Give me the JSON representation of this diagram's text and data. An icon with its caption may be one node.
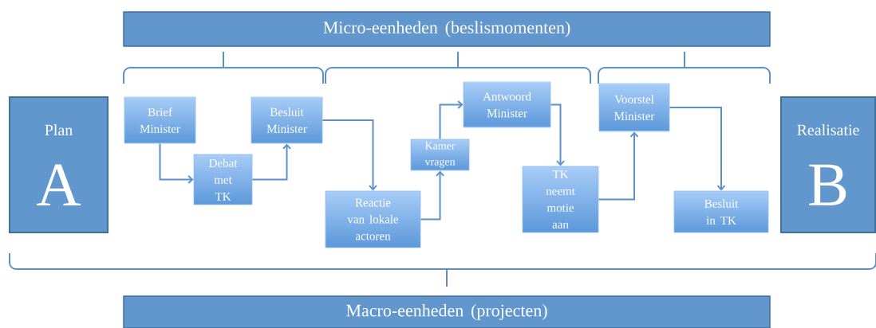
{
  "diagram": {
    "nodes": [
      {
        "text": [
          "Micro-eenheden (beslismomenten)"
        ]
      },
      {
        "text": [
          "Plan",
          "A"
        ]
      },
      {
        "text": [
          "Brief Minister"
        ]
      },
      {
        "text": [
          "Debat met TK"
        ]
      },
      {
        "text": [
          "Besluit Minister"
        ]
      },
      {
        "text": [
          "Reactie van lokale actoren"
        ]
      },
      {
        "text": [
          "Kamer vragen"
        ]
      },
      {
        "text": [
          "Antwoord Minister"
        ]
      },
      {
        "text": [
          "TK neemt motie aan"
        ]
      },
      {
        "text": [
          "Voorstel Minister"
        ]
      },
      {
        "text": [
          "Besluit in TK"
        ]
      },
      {
        "text": [
          "Realisatie",
          "B"
        ]
      },
      {
        "text": [
          "Macro-eenheden (projecten)"
        ]
      }
    ],
    "edges": [
      {
        "from": 2,
        "to": 3,
        "arrow": "to"
      },
      {
        "from": 3,
        "to": 4,
        "arrow": "to"
      },
      {
        "from": 4,
        "to": 5,
        "arrow": "to"
      },
      {
        "from": 5,
        "to": 6,
        "arrow": "to"
      },
      {
        "from": 6,
        "to": 7,
        "arrow": "to"
      },
      {
        "from": 7,
        "to": 8,
        "arrow": "to"
      },
      {
        "from": 8,
        "to": 9,
        "arrow": "to"
      },
      {
        "from": 9,
        "to": 10,
        "arrow": "to"
      }
    ]
  }
}
